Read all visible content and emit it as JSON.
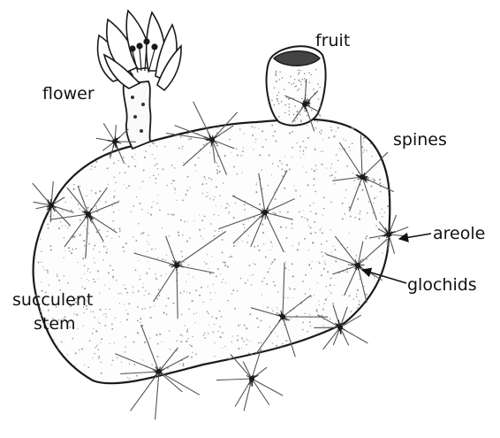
{
  "labels": {
    "fruit": "fruit",
    "flower": "flower",
    "spines": "spines",
    "areole": "areole",
    "glochids": "glochids",
    "succulent_line1": "succulent",
    "succulent_line2": "stem"
  },
  "colors": {
    "ink": "#1a1a1a",
    "spine": "#555555",
    "stipple": "#9a9a9a",
    "background": "#ffffff"
  }
}
